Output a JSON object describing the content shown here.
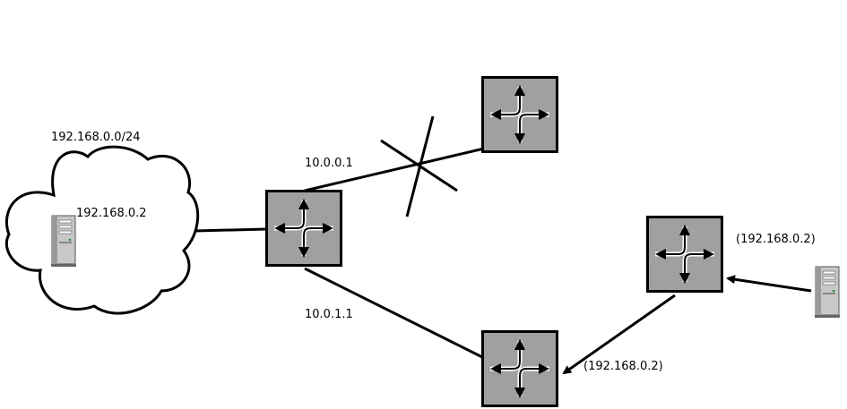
{
  "labels": {
    "cloud_network": "192.168.0.0/24",
    "cloud_host": "192.168.0.2",
    "upper_link": "10.0.0.1",
    "lower_link": "10.0.1.1",
    "right_host": "(192.168.0.2)",
    "bottom_router": "(192.168.0.2)"
  },
  "colors": {
    "router_fill": "#a0a0a0",
    "line": "#000000",
    "server_body": "#c8c8c8"
  },
  "icons": {
    "router": "router-icon",
    "server": "server-icon",
    "cloud": "cloud-icon"
  }
}
